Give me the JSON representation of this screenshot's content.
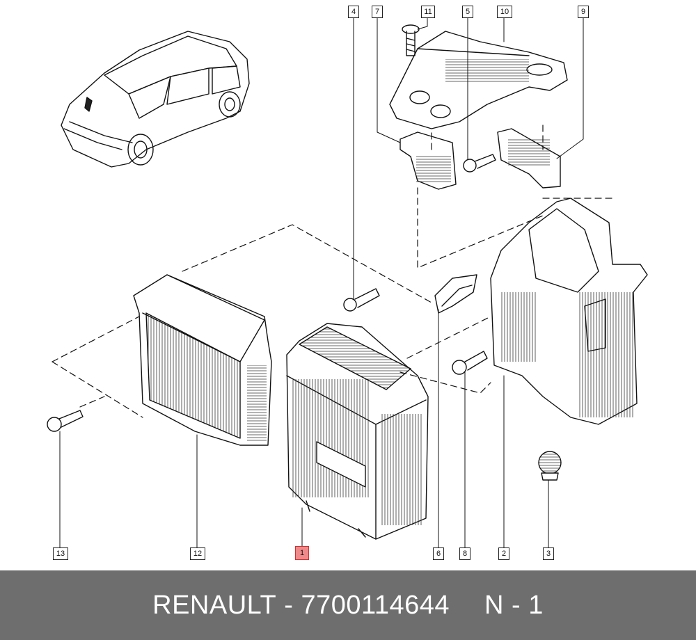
{
  "callouts": {
    "c1": "1",
    "c2": "2",
    "c3": "3",
    "c4": "4",
    "c5": "5",
    "c6": "6",
    "c7": "7",
    "c8": "8",
    "c9": "9",
    "c10": "10",
    "c11": "11",
    "c12": "12",
    "c13": "13"
  },
  "highlighted_part": "1",
  "highlight_color": "#f08a8a",
  "footer": {
    "brand": "RENAULT",
    "separator": "-",
    "part_number": "7700114644",
    "position": "N - 1",
    "background": "#6e6e6e"
  }
}
